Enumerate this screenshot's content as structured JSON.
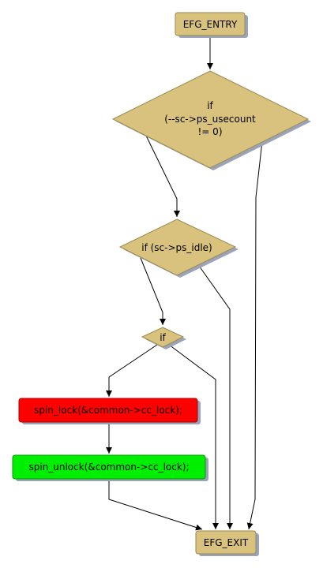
{
  "colors": {
    "decision": "#d8c27d",
    "terminal": "#d8c27d",
    "lock_node": "#ff0000",
    "unlock_node": "#00ee00",
    "edge": "#000000",
    "shadow": "#9aa3b8"
  },
  "nodes": {
    "entry": {
      "label": "EFG_ENTRY"
    },
    "if_usecount": {
      "lines": [
        "if",
        "(--sc->ps_usecount",
        "!= 0)"
      ]
    },
    "if_idle": {
      "label": "if (sc->ps_idle)"
    },
    "if_small": {
      "label": "if"
    },
    "spin_lock": {
      "label": "spin_lock(&common->cc_lock);"
    },
    "spin_unlock": {
      "label": "spin_unlock(&common->cc_lock);"
    },
    "exit": {
      "label": "EFG_EXIT"
    }
  }
}
